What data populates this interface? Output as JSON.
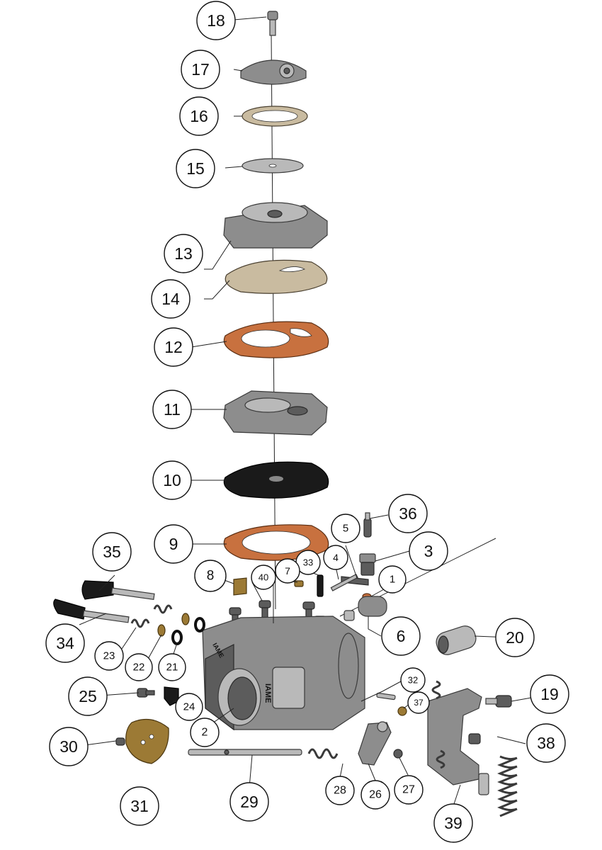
{
  "labels": [
    {
      "id": "1",
      "text": "1"
    },
    {
      "id": "2",
      "text": "2"
    },
    {
      "id": "3",
      "text": "3"
    },
    {
      "id": "4",
      "text": "4"
    },
    {
      "id": "5",
      "text": "5"
    },
    {
      "id": "6",
      "text": "6"
    },
    {
      "id": "7",
      "text": "7"
    },
    {
      "id": "8",
      "text": "8"
    },
    {
      "id": "9",
      "text": "9"
    },
    {
      "id": "10",
      "text": "10"
    },
    {
      "id": "11",
      "text": "11"
    },
    {
      "id": "12",
      "text": "12"
    },
    {
      "id": "13",
      "text": "13"
    },
    {
      "id": "14",
      "text": "14"
    },
    {
      "id": "15",
      "text": "15"
    },
    {
      "id": "16",
      "text": "16"
    },
    {
      "id": "17",
      "text": "17"
    },
    {
      "id": "18",
      "text": "18"
    },
    {
      "id": "19",
      "text": "19"
    },
    {
      "id": "20",
      "text": "20"
    },
    {
      "id": "21",
      "text": "21"
    },
    {
      "id": "22",
      "text": "22"
    },
    {
      "id": "23",
      "text": "23"
    },
    {
      "id": "24",
      "text": "24"
    },
    {
      "id": "25",
      "text": "25"
    },
    {
      "id": "26",
      "text": "26"
    },
    {
      "id": "27",
      "text": "27"
    },
    {
      "id": "28",
      "text": "28"
    },
    {
      "id": "29",
      "text": "29"
    },
    {
      "id": "30",
      "text": "30"
    },
    {
      "id": "31",
      "text": "31"
    },
    {
      "id": "32",
      "text": "32"
    },
    {
      "id": "33",
      "text": "33"
    },
    {
      "id": "34",
      "text": "34"
    },
    {
      "id": "35",
      "text": "35"
    },
    {
      "id": "36",
      "text": "36"
    },
    {
      "id": "37",
      "text": "37"
    },
    {
      "id": "38",
      "text": "38"
    },
    {
      "id": "39",
      "text": "39"
    },
    {
      "id": "40",
      "text": "40"
    }
  ],
  "body_marking": "IAME"
}
